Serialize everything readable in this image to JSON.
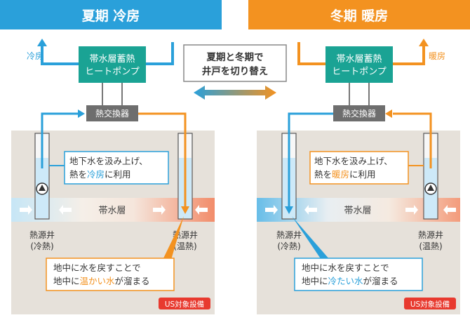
{
  "colors": {
    "cool": "#2aa0da",
    "warm": "#f39220",
    "hp_teal": "#1aa394",
    "hx_gray": "#6e6e6e",
    "ground": "#e6e1da",
    "us_red": "#e83a2f"
  },
  "summer": {
    "header": "夏期 冷房",
    "output_label": "冷房",
    "heat_pump": [
      "帯水層蓄熱",
      "ヒートポンプ"
    ],
    "heat_exchanger": "熱交換器",
    "aquifer": "帯水層",
    "well_left": [
      "熱源井",
      "(冷熱)"
    ],
    "well_right": [
      "熱源井",
      "(温熱)"
    ],
    "callout_top": {
      "line1": "地下水を汲み上げ、",
      "line2_pre": "熱を",
      "line2_hl": "冷房",
      "line2_post": "に利用"
    },
    "callout_bottom": {
      "line1": "地中に水を戻すことで",
      "line2_pre": "地中に",
      "line2_hl": "温かい水",
      "line2_post": "が溜まる"
    },
    "badge": "US対象設備"
  },
  "center": {
    "switch_label": [
      "夏期と冬期で",
      "井戸を切り替え"
    ]
  },
  "winter": {
    "header": "冬期 暖房",
    "output_label": "暖房",
    "heat_pump": [
      "帯水層蓄熱",
      "ヒートポンプ"
    ],
    "heat_exchanger": "熱交換器",
    "aquifer": "帯水層",
    "well_left": [
      "熱源井",
      "(冷熱)"
    ],
    "well_right": [
      "熱源井",
      "(温熱)"
    ],
    "callout_top": {
      "line1": "地下水を汲み上げ、",
      "line2_pre": "熱を",
      "line2_hl": "暖房",
      "line2_post": "に利用"
    },
    "callout_bottom": {
      "line1": "地中に水を戻すことで",
      "line2_pre": "地中に",
      "line2_hl": "冷たい水",
      "line2_post": "が溜まる"
    },
    "badge": "US対象設備"
  }
}
